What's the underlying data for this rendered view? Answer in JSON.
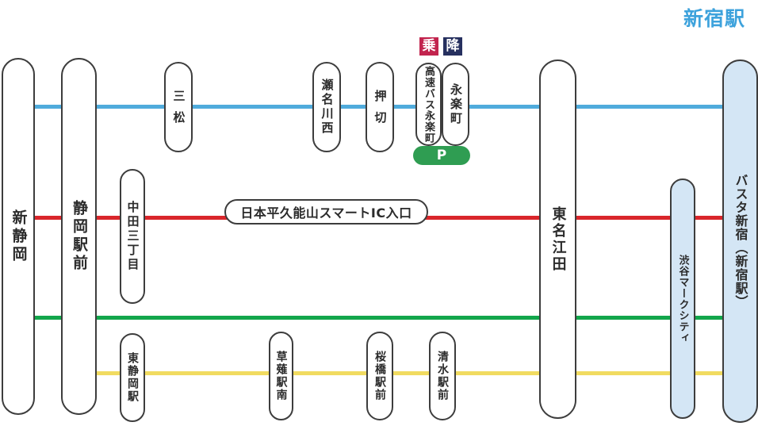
{
  "title": {
    "label": "新宿駅",
    "color": "#3da2dc"
  },
  "lines": [
    {
      "name": "blue-route",
      "color": "#4fabdc"
    },
    {
      "name": "red-route",
      "color": "#d9262b"
    },
    {
      "name": "green-route",
      "color": "#12a64b"
    },
    {
      "name": "yellow-route",
      "color": "#f1db60"
    }
  ],
  "badges": {
    "board": {
      "label": "乗",
      "color": "#c2244e"
    },
    "alight": {
      "label": "降",
      "color": "#26305f"
    },
    "parking": {
      "label": "P",
      "color": "#2f9d52"
    }
  },
  "highlight_fill": "#d4e6f5",
  "stations": [
    {
      "id": "shin-shizuoka",
      "label": "新静岡"
    },
    {
      "id": "shizuoka-ekimae",
      "label": "静岡駅前"
    },
    {
      "id": "mimatsu",
      "label": "三松"
    },
    {
      "id": "senagawa-nishi",
      "label": "瀬名川西"
    },
    {
      "id": "oshikiri",
      "label": "押切"
    },
    {
      "id": "kosoku-bus-eirakucho",
      "label": "高速バス永楽町"
    },
    {
      "id": "eirakucho",
      "label": "永楽町"
    },
    {
      "id": "tomei-eda",
      "label": "東名江田"
    },
    {
      "id": "basta-shinjuku",
      "label": "バスタ新宿（新宿駅）"
    },
    {
      "id": "nakada-3-chome",
      "label": "中田三丁目"
    },
    {
      "id": "nihondaira-kunozan-smart-ic",
      "label": "日本平久能山スマートIC入口"
    },
    {
      "id": "shibuya-mark-city",
      "label": "渋谷マークシティ"
    },
    {
      "id": "higashi-shizuoka-eki",
      "label": "東静岡駅"
    },
    {
      "id": "kusanagi-eki-minami",
      "label": "草薙駅南"
    },
    {
      "id": "sakurabashi-ekimae",
      "label": "桜橋駅前"
    },
    {
      "id": "shimizu-ekimae",
      "label": "清水駅前"
    }
  ]
}
